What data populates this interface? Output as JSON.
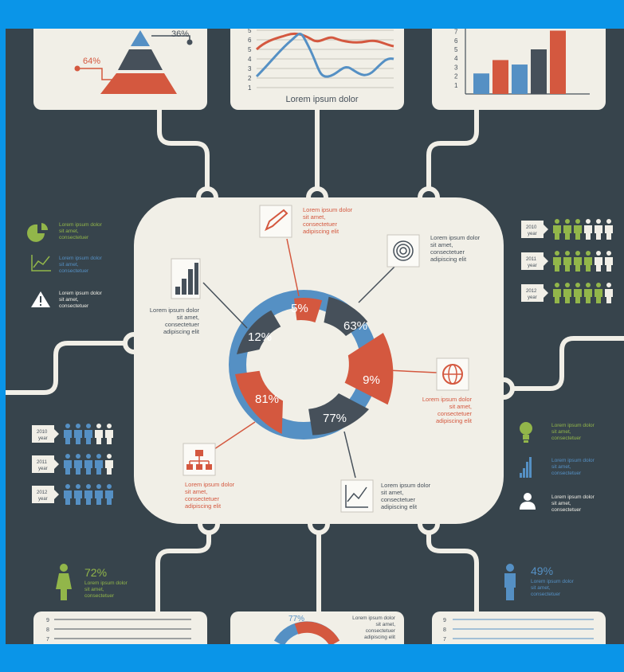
{
  "colors": {
    "frame": "#0a95e8",
    "board": "#37444c",
    "panel": "#f1efe7",
    "orange": "#d4583f",
    "blue": "#5590c4",
    "slate": "#46505a",
    "green": "#92b64a",
    "line": "#f1efe7"
  },
  "charts": {
    "pyramid": {
      "label_top": "36%",
      "label_left": "64%"
    },
    "line": {
      "caption": "Lorem ipsum dolor",
      "ticks": [
        "5",
        "6",
        "5",
        "4",
        "3",
        "2",
        "1"
      ]
    },
    "bar": {
      "ticks": [
        "7",
        "6",
        "5",
        "4",
        "3",
        "2",
        "1"
      ],
      "values": [
        2.3,
        3.8,
        3.3,
        5.0,
        7.1
      ]
    }
  },
  "donut": {
    "segments": [
      {
        "label": "5%",
        "value": 5,
        "color": "#d4583f"
      },
      {
        "label": "63%",
        "value": 63,
        "color": "#46505a"
      },
      {
        "label": "9%",
        "value": 9,
        "color": "#d4583f"
      },
      {
        "label": "77%",
        "value": 77,
        "color": "#46505a"
      },
      {
        "label": "81%",
        "value": 81,
        "color": "#d4583f"
      },
      {
        "label": "12%",
        "value": 12,
        "color": "#46505a"
      }
    ]
  },
  "callouts": {
    "pencil": [
      "Lorem ipsum dolor",
      "sit amet,",
      "consectetuer",
      "adipiscing elit"
    ],
    "target": [
      "Lorem ipsum dolor",
      "sit amet,",
      "consectetuer",
      "adipiscing elit"
    ],
    "bars": [
      "Lorem ipsum dolor",
      "sit amet,",
      "consectetuer",
      "adipiscing elit"
    ],
    "globe": [
      "Lorem ipsum dolor",
      "sit amet,",
      "consectetuer",
      "adipiscing elit"
    ],
    "hierarchy": [
      "Lorem ipsum dolor",
      "sit amet,",
      "consectetuer",
      "adipiscing elit"
    ],
    "trend": [
      "Lorem ipsum dolor",
      "sit amet,",
      "consectetuer",
      "adipiscing elit"
    ]
  },
  "left_legend": [
    {
      "icon": "pie-icon",
      "lines": [
        "Lorem ipsum dolor",
        "sit amet,",
        "consectetuer"
      ]
    },
    {
      "icon": "line-chart-icon",
      "lines": [
        "Lorem ipsum dolor",
        "sit amet,",
        "consectetuer"
      ]
    },
    {
      "icon": "warning-icon",
      "lines": [
        "Lorem ipsum dolor",
        "sit amet,",
        "consectetuer"
      ]
    }
  ],
  "right_legend": [
    {
      "icon": "bulb-icon",
      "lines": [
        "Lorem ipsum dolor",
        "sit amet,",
        "consectetuer"
      ]
    },
    {
      "icon": "bars-icon",
      "lines": [
        "Lorem ipsum dolor",
        "sit amet,",
        "consectetuer"
      ]
    },
    {
      "icon": "person-icon",
      "lines": [
        "Lorem ipsum dolor",
        "sit amet,",
        "consectetuer"
      ]
    }
  ],
  "people_right": [
    {
      "year": "2010 year",
      "green": 3,
      "white": 3
    },
    {
      "year": "2011 year",
      "green": 4,
      "white": 2
    },
    {
      "year": "2012 year",
      "green": 5,
      "white": 1
    }
  ],
  "people_left": [
    {
      "year": "2010 year",
      "blue": 3,
      "white": 2
    },
    {
      "year": "2011 year",
      "blue": 4,
      "white": 1
    },
    {
      "year": "2012 year",
      "blue": 5,
      "white": 0
    }
  ],
  "stats": {
    "female": {
      "value": "72%",
      "lines": [
        "Lorem ipsum dolor",
        "sit amet,",
        "consectetuer"
      ]
    },
    "male": {
      "value": "49%",
      "lines": [
        "Lorem ipsum dolor",
        "sit amet,",
        "consectetuer"
      ]
    }
  },
  "bottom": {
    "semi_value": "77%",
    "text": [
      "Lorem ipsum dolor",
      "sit amet,",
      "consectetuer",
      "adipiscing elit"
    ],
    "ticks_left": [
      "9",
      "8",
      "7"
    ],
    "ticks_right": [
      "9",
      "8",
      "7"
    ]
  }
}
